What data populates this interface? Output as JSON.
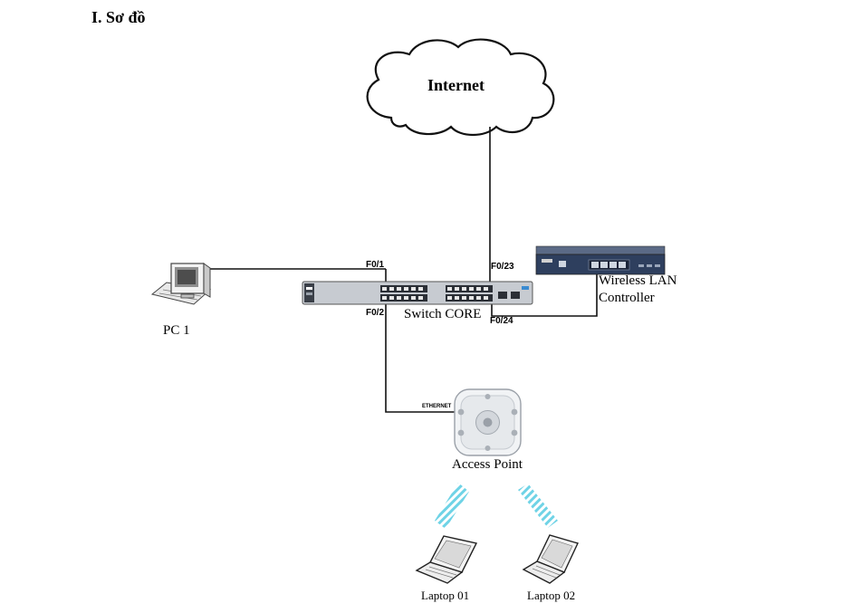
{
  "heading": "I. Sơ đồ",
  "internet": {
    "label": "Internet"
  },
  "switch": {
    "label": "Switch CORE"
  },
  "ports": {
    "f01": "F0/1",
    "f02": "F0/2",
    "f023": "F0/23",
    "f024": "F0/24"
  },
  "pc": {
    "label": "PC 1"
  },
  "wlc": {
    "label_line1": "Wireless LAN",
    "label_line2": "Controller"
  },
  "ap": {
    "label": "Access Point",
    "port_label": "ETHERNET"
  },
  "laptops": [
    {
      "label": "Laptop 01"
    },
    {
      "label": "Laptop 02"
    }
  ],
  "colors": {
    "line": "#111111",
    "wireless": "#6fd3e6",
    "wlc_body": "#2e3f5e",
    "switch_body": "#c7cbd1"
  }
}
